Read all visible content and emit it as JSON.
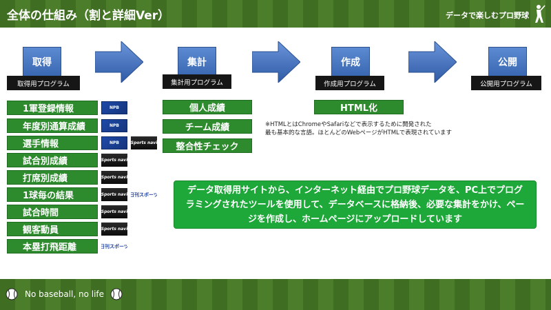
{
  "header": {
    "title": "全体の仕組み（割と詳細Ver）",
    "brand": "データで楽しむプロ野球"
  },
  "footer": {
    "tagline": "No baseball, no life"
  },
  "stages": [
    {
      "label": "取得",
      "sub": "取得用プログラム"
    },
    {
      "label": "集計",
      "sub": "集計用プログラム"
    },
    {
      "label": "作成",
      "sub": "作成用プログラム"
    },
    {
      "label": "公開",
      "sub": "公開用プログラム"
    }
  ],
  "acquisition_items": [
    "1軍登録情報",
    "年度別通算成績",
    "選手情報",
    "試合別成績",
    "打席別成績",
    "1球毎の結果",
    "試合時間",
    "観客動員",
    "本塁打飛距離"
  ],
  "aggregation_items": [
    "個人成績",
    "チーム成績",
    "整合性チェック"
  ],
  "creation_items": [
    "HTML化"
  ],
  "source_logos": {
    "npb": "NPB",
    "sportsnavi": "Sports navi",
    "nikkan": "日刊スポーツ"
  },
  "html_note": {
    "line1": "※HTMLとはChromeやSafariなどで表示するために開発された",
    "line2": "最も基本的な言語。ほとんどのWebページがHTMLで表現されています"
  },
  "summary": "データ取得用サイトから、インターネット経由でプロ野球データを、PC上でプログラミングされたツールを使用して、データベースに格納後、必要な集計をかけ、ページを作成し、ホームページにアップロードしています",
  "colors": {
    "stage_blue": "#3a67b1",
    "item_green": "#2d8a2d",
    "summary_green": "#1fa83a",
    "grass_dark": "#3f6e22"
  }
}
